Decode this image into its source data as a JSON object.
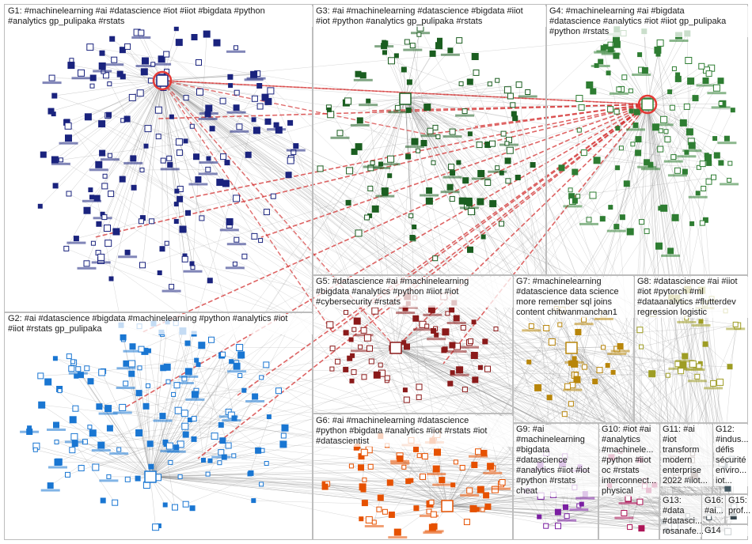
{
  "groups": [
    {
      "id": "g1",
      "label": "G1: #machinelearning #ai #datascience #iot #iiot #bigdata #python\n#analytics gp_pulipaka #rstats",
      "color": "#1a237e"
    },
    {
      "id": "g2",
      "label": "G2: #ai #datascience #bigdata #machinelearning #python #analytics #iot\n#iiot #rstats gp_pulipaka",
      "color": "#1976d2"
    },
    {
      "id": "g3",
      "label": "G3: #ai #machinelearning #datascience #bigdata #iiot\n#iot #python #analytics gp_pulipaka #rstats",
      "color": "#1b5e20"
    },
    {
      "id": "g4",
      "label": "G4: #machinelearning #ai #bigdata\n#datascience #analytics #iot #iiot gp_pulipaka\n#python #rstats",
      "color": "#2e7d32"
    },
    {
      "id": "g5",
      "label": "G5: #datascience #ai #machinelearning\n#bigdata #analytics #python #iiot #iot\n#cybersecurity #rstats",
      "color": "#8b1a1a"
    },
    {
      "id": "g6",
      "label": "G6: #ai #machinelearning #datascience\n#python #bigdata #analytics #iiot #rstats #iot\n#datascientist",
      "color": "#e65100"
    },
    {
      "id": "g7",
      "label": "G7: #machinelearning\n#datascience data science\nmore remember sql joins\ncontent chitwanmanchan1",
      "color": "#b8860b"
    },
    {
      "id": "g8",
      "label": "G8: #datascience #ai #iiot\n#iot #pytorch #ml\n#dataanalytics #flutterdev\nregression logistic",
      "color": "#9e9d24"
    },
    {
      "id": "g9",
      "label": "G9: #ai\n#machinelearning\n#bigdata\n#datascience\n#analytics #iiot #iot\n#python #rstats\ncheat",
      "color": "#7b1fa2"
    },
    {
      "id": "g10",
      "label": "G10: #iot #ai\n#analytics\n#machinele...\n#python #iiot\noc #rstats\ninterconnect...\nphysical",
      "color": "#ad1457"
    },
    {
      "id": "g11",
      "label": "G11: #ai\n#iot\ntransform\nmodern\nenterprise\n2022 #iiot...",
      "color": "#5d4037"
    },
    {
      "id": "g12",
      "label": "G12:\n#indus...\ndéfis\nsécurité\nenviro...\niot...",
      "color": "#455a64"
    },
    {
      "id": "g13",
      "label": "G13:\n#data\n#datasci...\nrosanafe...",
      "color": "#37474f"
    },
    {
      "id": "g14",
      "label": "G14",
      "color": "#37474f"
    },
    {
      "id": "g15",
      "label": "G15:\nprof...",
      "color": "#37474f"
    },
    {
      "id": "g16",
      "label": "G16:\n#ai...",
      "color": "#37474f"
    }
  ],
  "edge_colors": {
    "gray": "#8c8c8c",
    "red": "#d32f2f"
  },
  "hub_ring_color": "#e53935"
}
